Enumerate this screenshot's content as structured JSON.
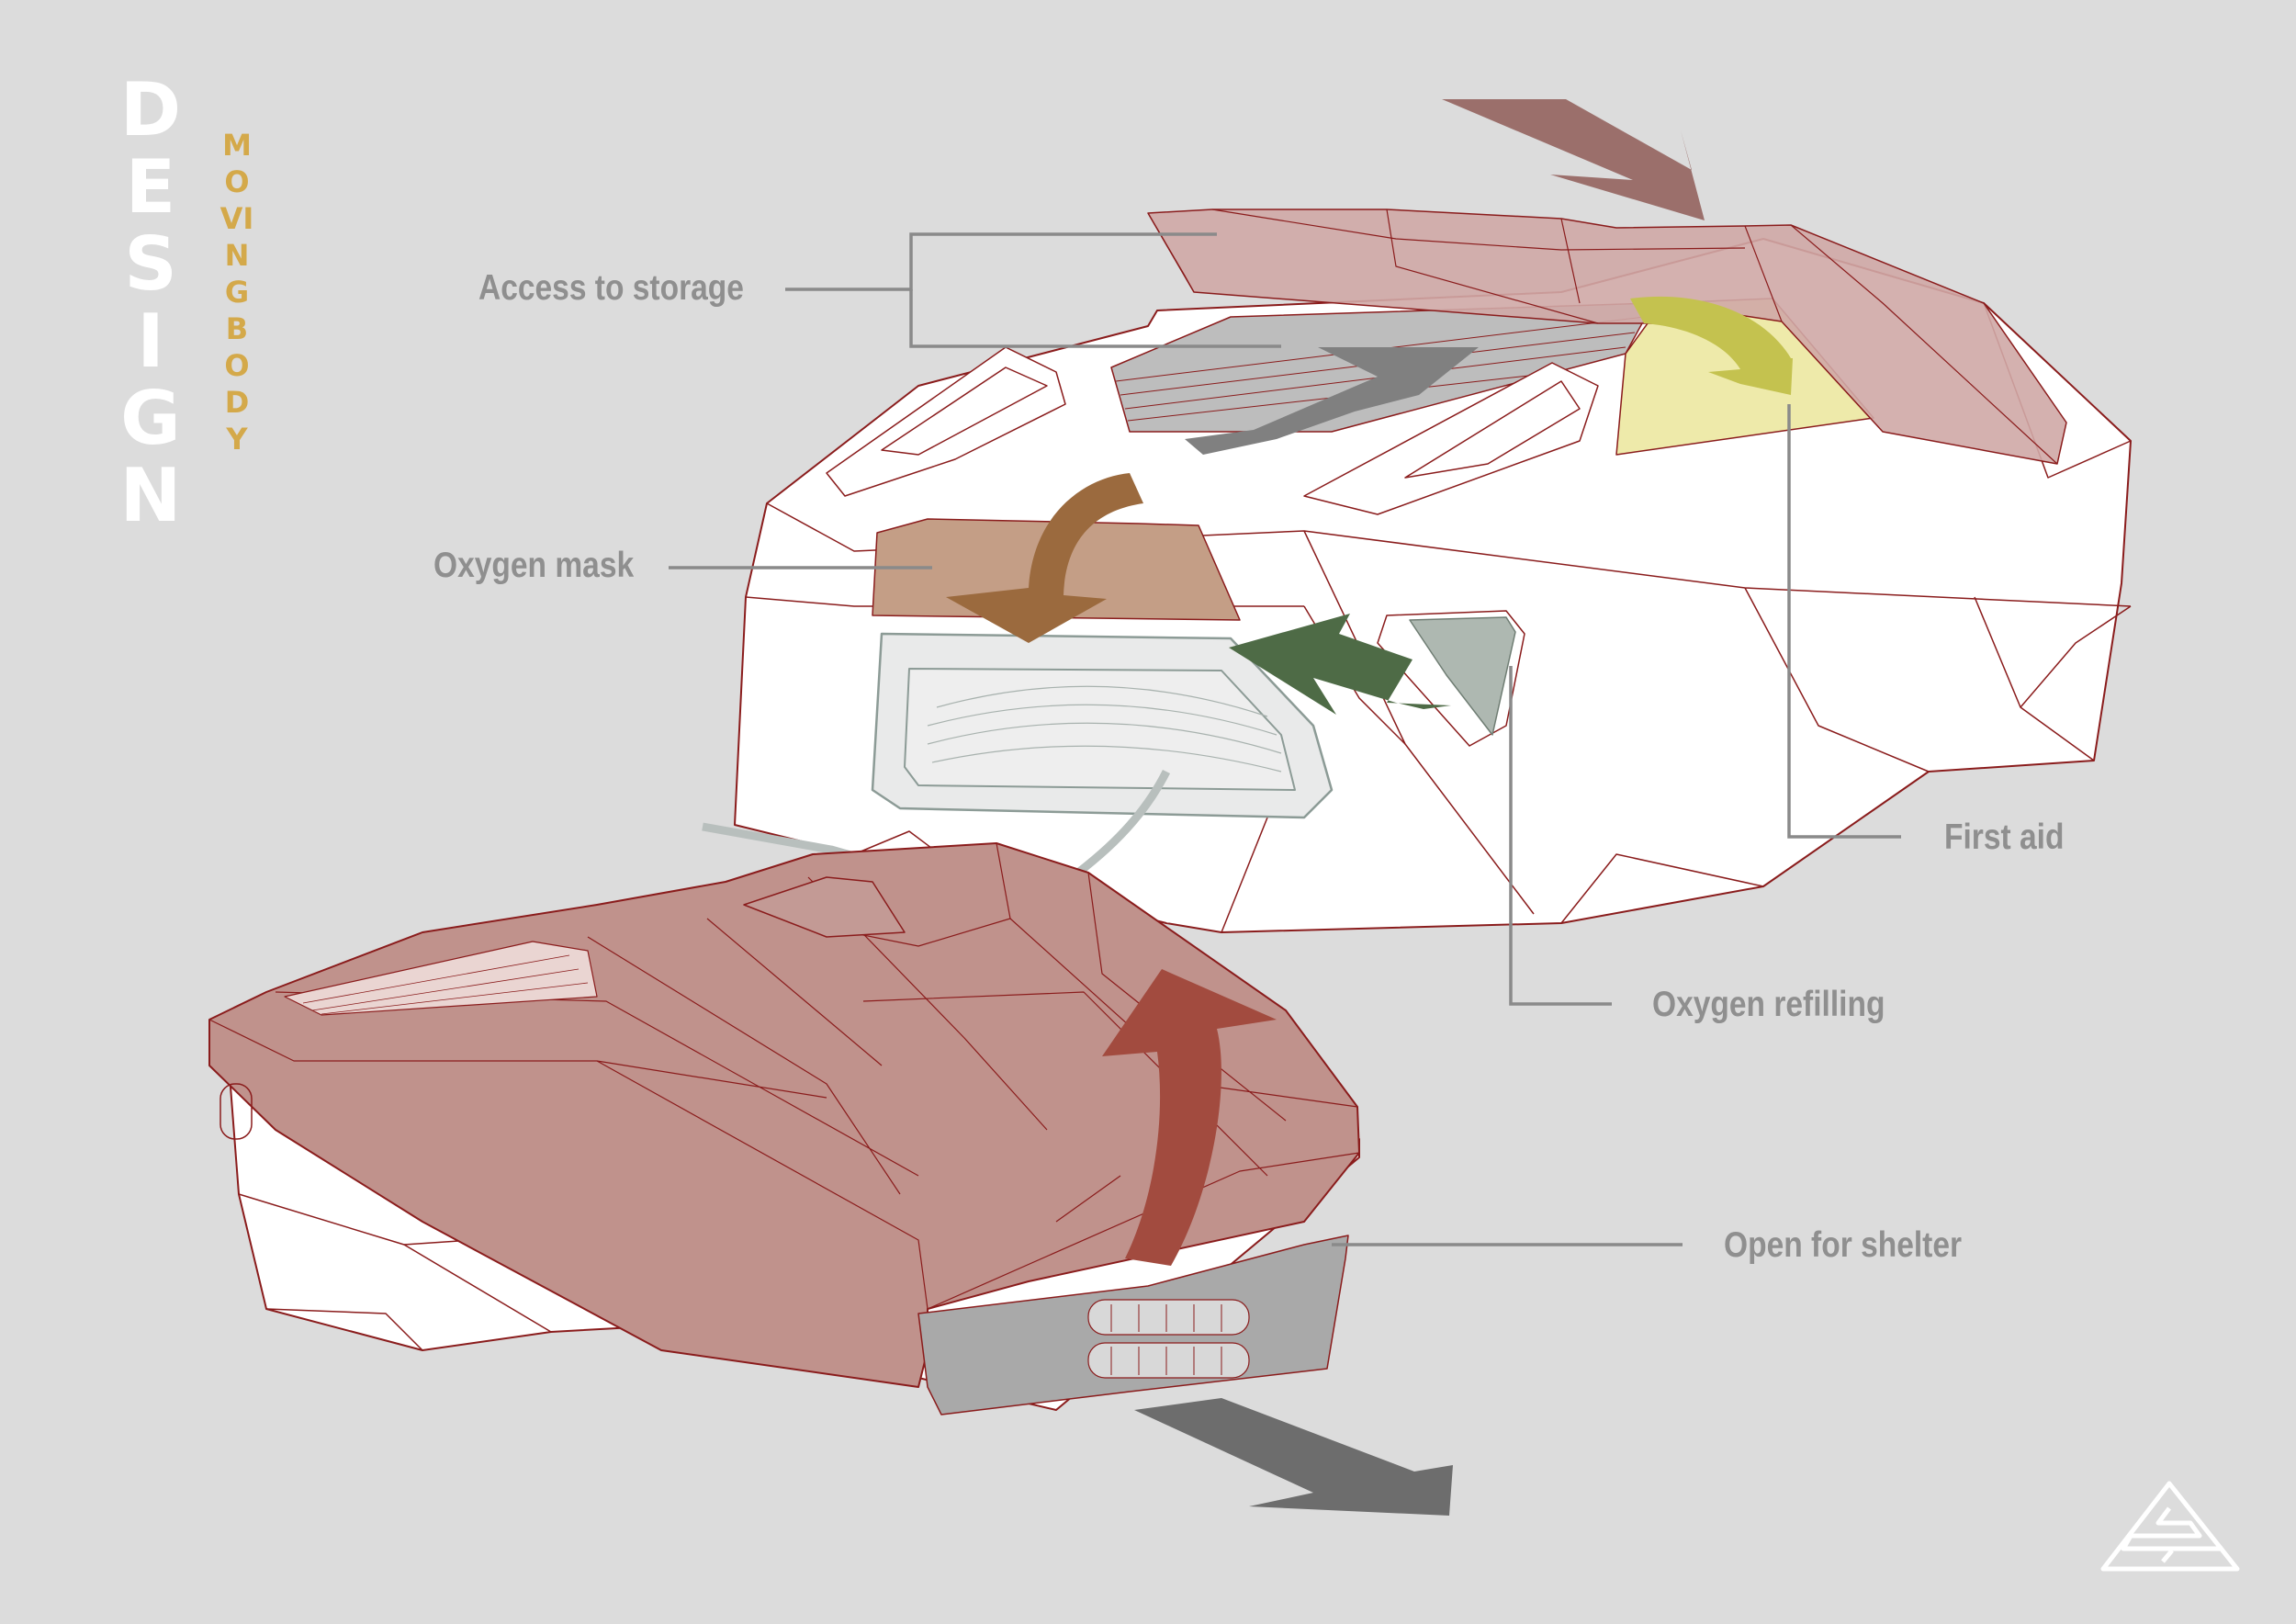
{
  "title": {
    "main": "DESIGN",
    "subtitle": "MOVING BODY",
    "main_color": "#ffffff",
    "subtitle_color": "#d4a94a"
  },
  "callouts": {
    "access_to_storage": "Access to storage",
    "oxygen_mask": "Oxygen mask",
    "first_aid": "First aid",
    "oxygen_refilling": "Oxygen refilling",
    "open_for_shelter": "Open for shelter"
  },
  "colors": {
    "background": "#dcdcdc",
    "label_text": "#8f8f8f",
    "leader_line": "#8a8a8a",
    "shell_red": "#c0928c",
    "outline_red": "#8a1c1c",
    "arrow_storage": "#808080",
    "arrow_mask": "#9b6a3e",
    "arrow_first_aid": "#c4c24f",
    "arrow_refill": "#4e6b46",
    "arrow_shelter": "#a24b3f",
    "arrow_top": "#9b6f6b",
    "arrow_bottom": "#6d6d6d",
    "logo": "#ffffff"
  },
  "icons": {
    "logo": "triangle-logo-icon"
  }
}
